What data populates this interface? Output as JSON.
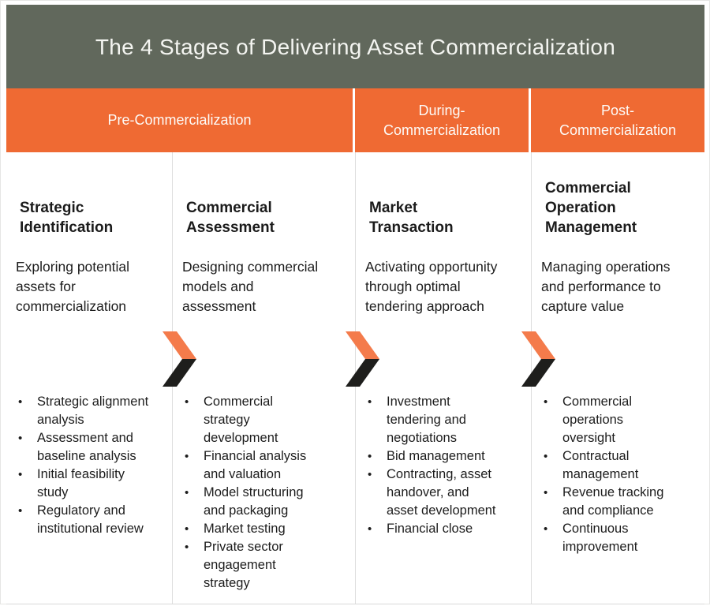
{
  "title": "The 4 Stages of Delivering Asset Commercialization",
  "ui": {
    "bullet_char": "•"
  },
  "colors": {
    "header_bg": "#61685C",
    "band_orange": "#EF6A33",
    "chevron_orange": "#F47B4B",
    "chevron_dark": "#1E1E1C",
    "divider": "#DDDDDD",
    "body_text": "#1C1C1C",
    "title_text": "#F4F5F1"
  },
  "phases": [
    {
      "label": "Pre-Commercialization",
      "columns_spanned": 2
    },
    {
      "label": "During-\nCommercialization",
      "columns_spanned": 1
    },
    {
      "label": "Post-\nCommercialization",
      "columns_spanned": 1
    }
  ],
  "stages": [
    {
      "title": "Strategic\nIdentification",
      "description": "Exploring potential\nassets for\ncommercialization",
      "bullets": [
        "Strategic alignment\nanalysis",
        "Assessment and\nbaseline analysis",
        "Initial feasibility\nstudy",
        "Regulatory and\ninstitutional review"
      ]
    },
    {
      "title": "Commercial\nAssessment",
      "description": "Designing commercial\nmodels and\nassessment",
      "bullets": [
        "Commercial\nstrategy\ndevelopment",
        "Financial analysis\nand valuation",
        "Model structuring\nand packaging",
        "Market testing",
        "Private sector\nengagement\nstrategy"
      ]
    },
    {
      "title": "Market\nTransaction",
      "description": "Activating opportunity\nthrough optimal\ntendering approach",
      "bullets": [
        "Investment\ntendering and\nnegotiations",
        "Bid management",
        "Contracting, asset\nhandover,  and\nasset development",
        "Financial close"
      ]
    },
    {
      "title": "Commercial\nOperation\nManagement",
      "description": "Managing operations\nand performance to\ncapture value",
      "bullets": [
        "Commercial\noperations\noversight",
        "Contractual\nmanagement",
        "Revenue tracking\nand compliance",
        "Continuous\nimprovement"
      ]
    }
  ]
}
